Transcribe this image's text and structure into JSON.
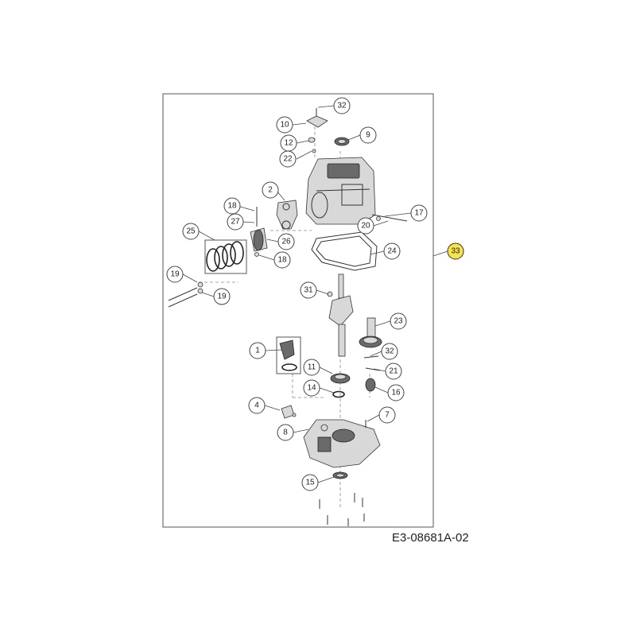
{
  "diagram_code": "E3-08681A-02",
  "callouts": {
    "c32a": "32",
    "c10": "10",
    "c12": "12",
    "c22": "22",
    "c9": "9",
    "c2": "2",
    "c18a": "18",
    "c27": "27",
    "c25": "25",
    "c26": "26",
    "c18b": "18",
    "c17": "17",
    "c20": "20",
    "c24": "24",
    "c33": "33",
    "c19a": "19",
    "c19b": "19",
    "c31": "31",
    "c23": "23",
    "c1": "1",
    "c32b": "32",
    "c11": "11",
    "c21": "21",
    "c14": "14",
    "c16": "16",
    "c4": "4",
    "c7": "7",
    "c8": "8",
    "c15": "15"
  },
  "colors": {
    "highlight": "#f7e34a",
    "line": "#444444"
  }
}
